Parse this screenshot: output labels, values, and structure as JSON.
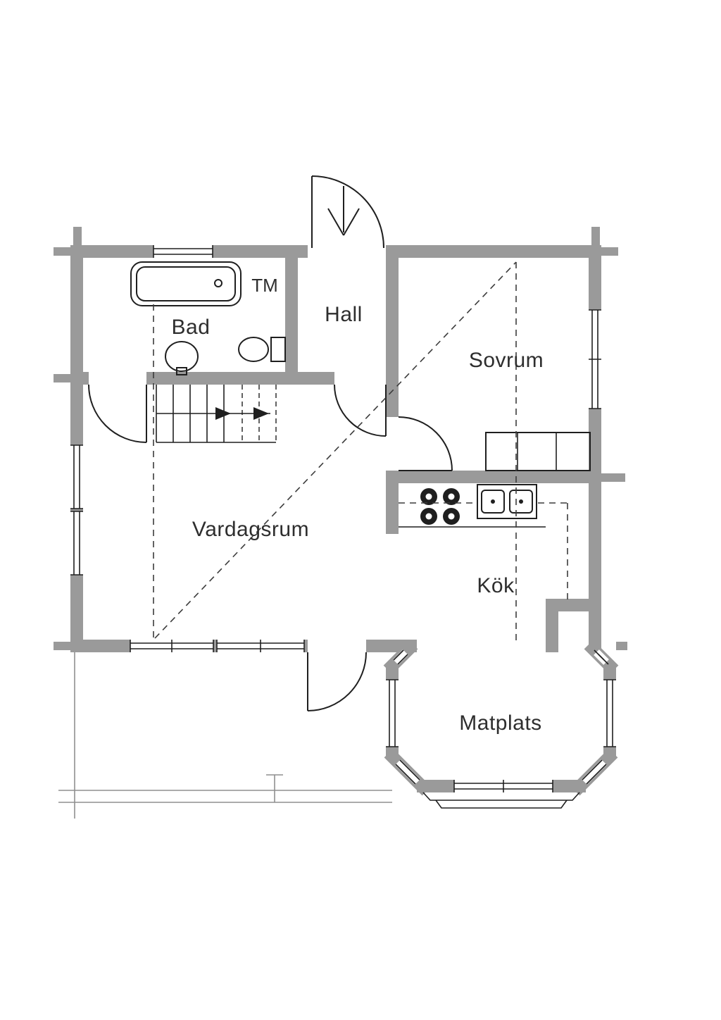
{
  "plan": {
    "rooms": {
      "tm": "TM",
      "bad": "Bad",
      "hall": "Hall",
      "sovrum": "Sovrum",
      "vardagsrum": "Vardagsrum",
      "kok": "Kök",
      "matplats": "Matplats"
    },
    "colors": {
      "wall": "#9a9a9a",
      "line": "#1f1f1f",
      "dash": "#3c3c3c",
      "thin": "#8f8f8f",
      "text": "#2e2e2e",
      "background": "#ffffff"
    }
  }
}
